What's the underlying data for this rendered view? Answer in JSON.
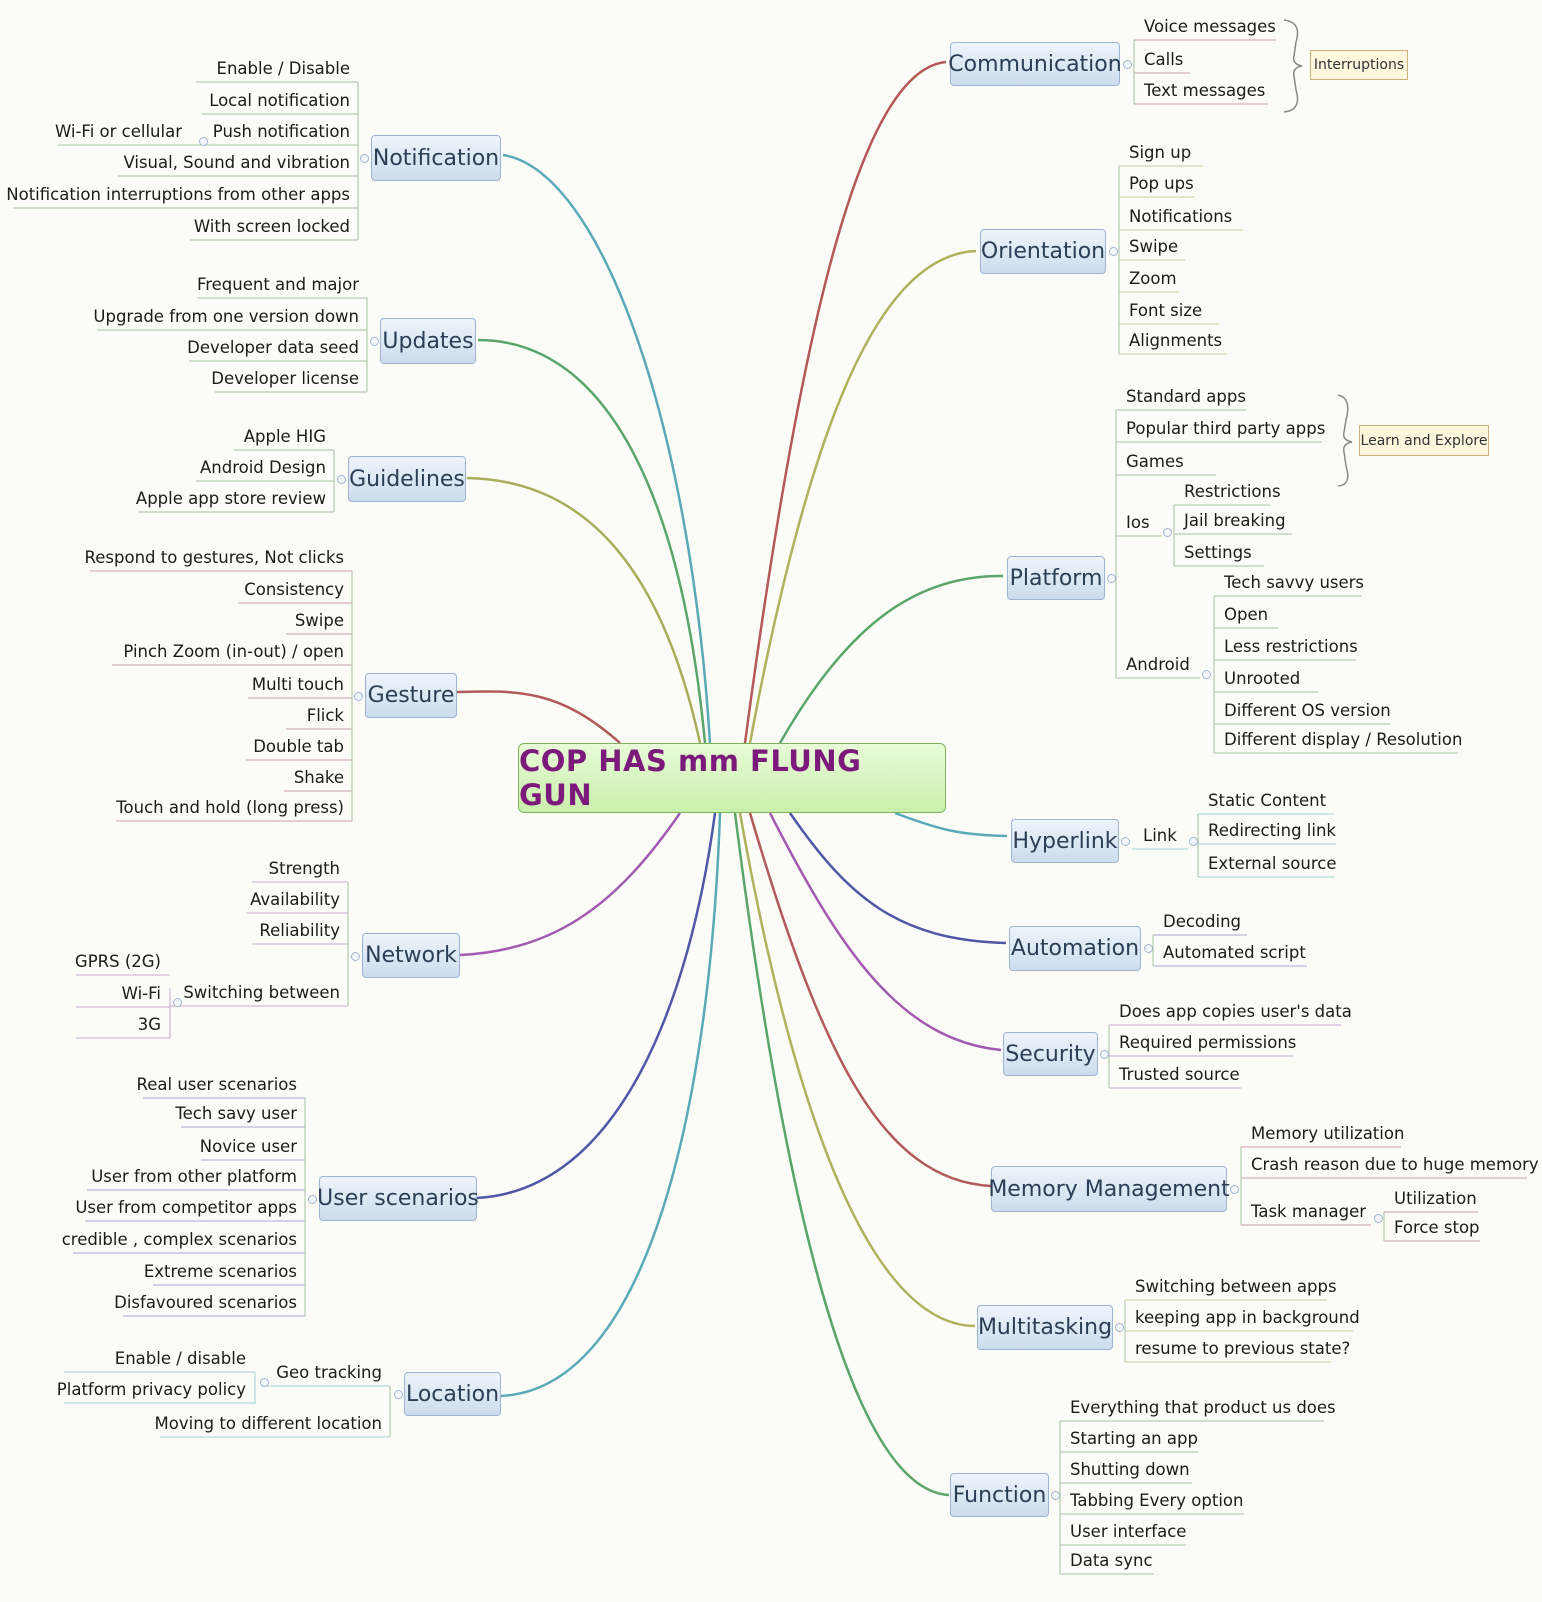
{
  "central": "COP HAS mm FLUNG GUN",
  "branches": {
    "notification": {
      "title": "Notification",
      "items": [
        "Enable / Disable",
        "Local notification",
        "Push notification",
        "Visual, Sound and vibration",
        "Notification interruptions from other apps",
        "With screen locked"
      ],
      "push_child": "Wi-Fi or cellular"
    },
    "updates": {
      "title": "Updates",
      "items": [
        "Frequent and major",
        "Upgrade from one version down",
        "Developer data seed",
        "Developer license"
      ]
    },
    "guidelines": {
      "title": "Guidelines",
      "items": [
        "Apple HIG",
        "Android Design",
        "Apple app store review"
      ]
    },
    "gesture": {
      "title": "Gesture",
      "items": [
        "Respond to gestures, Not clicks",
        "Consistency",
        "Swipe",
        "Pinch Zoom (in-out) / open",
        "Multi touch",
        "Flick",
        "Double tab",
        "Shake",
        "Touch and hold (long press)"
      ]
    },
    "network": {
      "title": "Network",
      "items": [
        "Strength",
        "Availability",
        "Reliability",
        "Switching between"
      ],
      "switching_children": [
        "GPRS (2G)",
        "Wi-Fi",
        "3G"
      ]
    },
    "user_scenarios": {
      "title": "User scenarios",
      "items": [
        "Real user scenarios",
        "Tech savy user",
        "Novice user",
        "User from other platform",
        "User from competitor apps",
        "credible , complex scenarios",
        "Extreme scenarios",
        "Disfavoured scenarios"
      ]
    },
    "location": {
      "title": "Location",
      "items": [
        "Geo tracking",
        "Moving to different location"
      ],
      "geo_children": [
        "Enable / disable",
        "Platform privacy policy"
      ]
    },
    "communication": {
      "title": "Communication",
      "items": [
        "Voice messages",
        "Calls",
        "Text messages"
      ],
      "note": "Interruptions"
    },
    "orientation": {
      "title": "Orientation",
      "items": [
        "Sign up",
        "Pop ups",
        "Notifications",
        "Swipe",
        "Zoom",
        "Font size",
        "Alignments"
      ]
    },
    "platform": {
      "title": "Platform",
      "items": [
        "Standard apps",
        "Popular third party apps",
        "Games"
      ],
      "note": "Learn and Explore",
      "ios": {
        "label": "Ios",
        "children": [
          "Restrictions",
          "Jail breaking",
          "Settings"
        ]
      },
      "android": {
        "label": "Android",
        "children": [
          "Tech savvy users",
          "Open",
          "Less restrictions",
          "Unrooted",
          "Different OS version",
          "Different display / Resolution"
        ]
      }
    },
    "hyperlink": {
      "title": "Hyperlink",
      "link_label": "Link",
      "link_children": [
        "Static Content",
        "Redirecting link",
        "External source"
      ]
    },
    "automation": {
      "title": "Automation",
      "items": [
        "Decoding",
        "Automated script"
      ]
    },
    "security": {
      "title": "Security",
      "items": [
        "Does app copies user's data",
        "Required permissions",
        "Trusted source"
      ]
    },
    "memory": {
      "title": "Memory Management",
      "items": [
        "Memory utilization",
        "Crash reason due to huge memory",
        "Task manager"
      ],
      "task_children": [
        "Utilization",
        "Force stop"
      ]
    },
    "multitasking": {
      "title": "Multitasking",
      "items": [
        "Switching between apps",
        "keeping app in background",
        "resume to previous state?"
      ]
    },
    "function": {
      "title": "Function",
      "items": [
        "Everything that product us does",
        "Starting an app",
        "Shutting down",
        "Tabbing Every option",
        "User interface",
        "Data sync"
      ]
    }
  }
}
